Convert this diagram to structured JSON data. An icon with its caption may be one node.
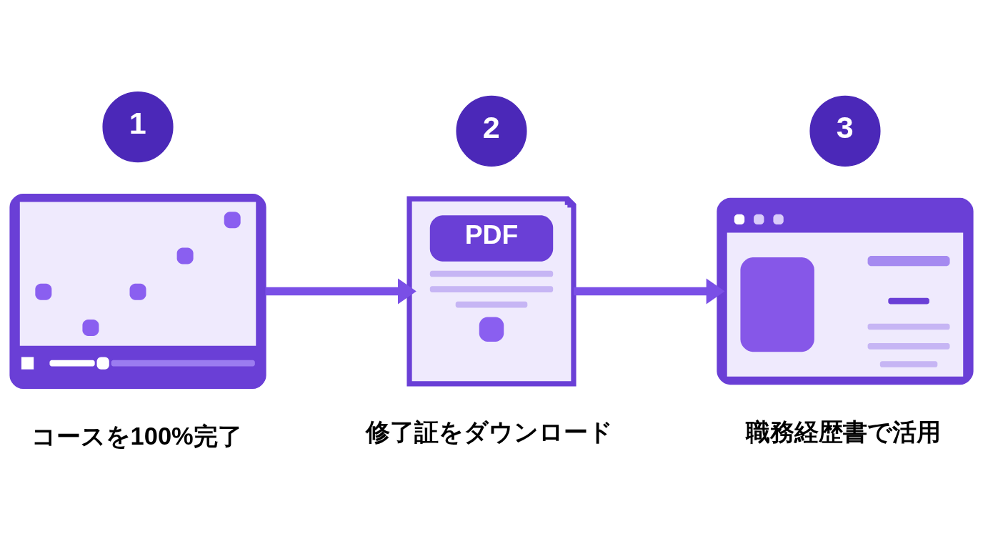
{
  "diagram": {
    "nodes": [
      {
        "text": [
          "1"
        ]
      },
      {
        "text": [
          "2"
        ]
      },
      {
        "text": [
          "3"
        ]
      },
      {
        "text": [],
        "shape": "picture",
        "beside": [
          "コースを100%完了"
        ]
      },
      {
        "text": [
          "PDF"
        ],
        "beside": [
          "修了証をダウンロード"
        ]
      },
      {
        "text": [],
        "shape": "picture",
        "beside": [
          "職務経歴書で活用"
        ]
      }
    ],
    "edges": [
      {
        "from": 3,
        "to": 4,
        "arrow": "to"
      },
      {
        "from": 4,
        "to": 5,
        "arrow": "to"
      }
    ]
  }
}
